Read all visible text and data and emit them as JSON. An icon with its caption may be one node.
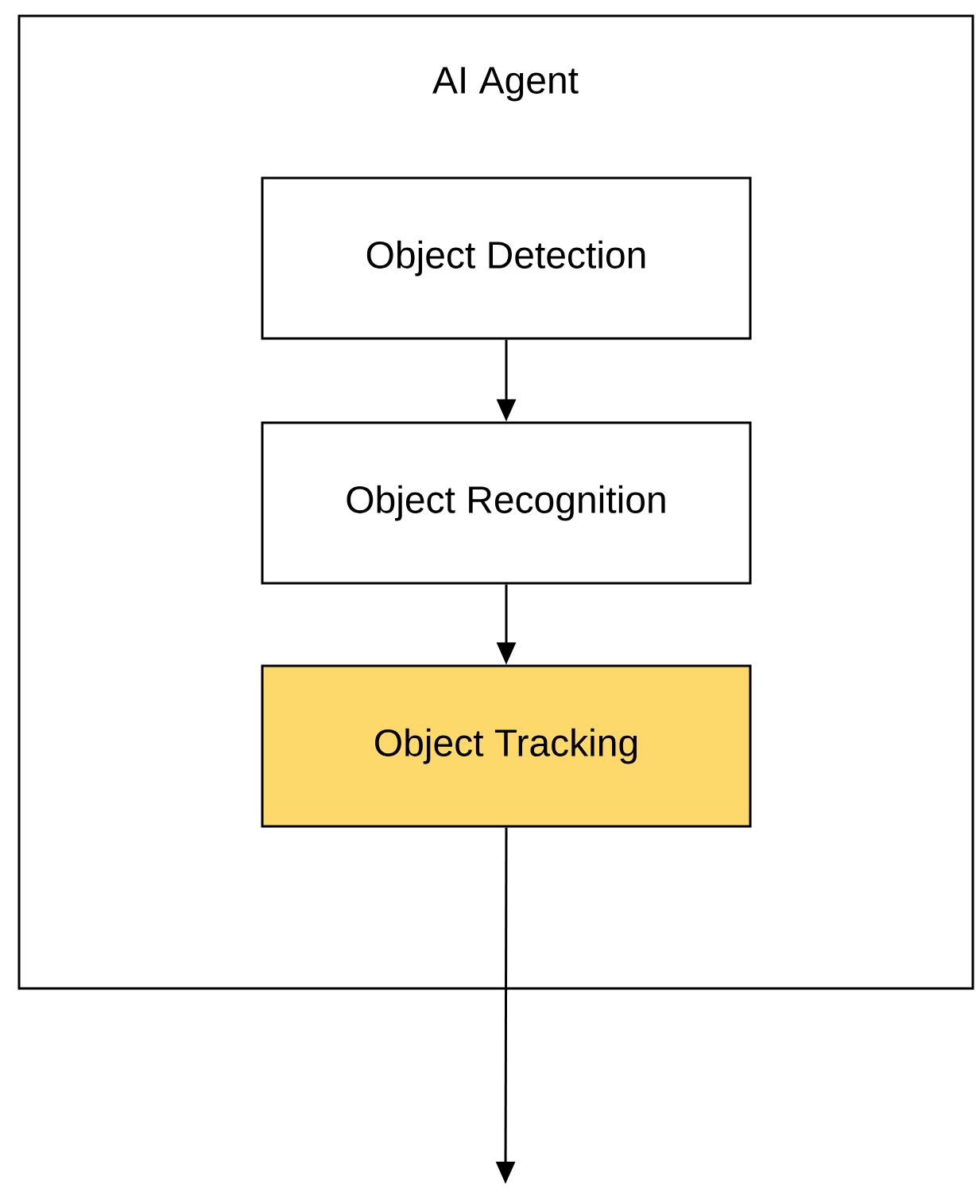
{
  "diagram": {
    "nodes": [
      {
        "text": [
          "AI Agent"
        ]
      },
      {
        "text": [
          "Object Detection"
        ],
        "in": 0
      },
      {
        "text": [
          "Object Recognition"
        ],
        "in": 0
      },
      {
        "text": [
          "Object Tracking"
        ],
        "in": 0
      }
    ],
    "edges": [
      {
        "from": 1,
        "to": 2,
        "arrow": "to"
      },
      {
        "from": 2,
        "to": 3,
        "arrow": "to"
      },
      {
        "from": 3,
        "to": null,
        "arrow": "to"
      }
    ]
  }
}
